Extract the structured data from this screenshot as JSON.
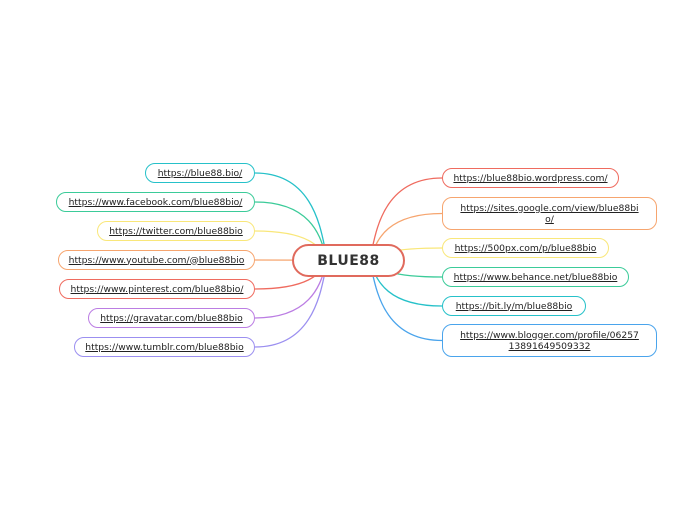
{
  "central_topic": "BLUE88",
  "colors": {
    "center_border": "#e06a5d",
    "teal": "#26c1c9",
    "green": "#3bcb99",
    "yellow": "#f9e77a",
    "orange": "#f6a56f",
    "red": "#ef6b5f",
    "purple": "#bb7de3",
    "violet": "#9b8ff0",
    "blue": "#4aa4ec"
  },
  "left_branches": [
    {
      "label": "https://blue88.bio/",
      "color": "#26c1c9"
    },
    {
      "label": "https://www.facebook.com/blue88bio/",
      "color": "#3bcb99"
    },
    {
      "label": "https://twitter.com/blue88bio",
      "color": "#f9e77a"
    },
    {
      "label": "https://www.youtube.com/@blue88bio",
      "color": "#f6a56f"
    },
    {
      "label": "https://www.pinterest.com/blue88bio/",
      "color": "#ef6b5f"
    },
    {
      "label": "https://gravatar.com/blue88bio",
      "color": "#bb7de3"
    },
    {
      "label": "https://www.tumblr.com/blue88bio",
      "color": "#9b8ff0"
    }
  ],
  "right_branches": [
    {
      "label": "https://blue88bio.wordpress.com/",
      "color": "#ef6b5f"
    },
    {
      "label": "https://sites.google.com/view/blue88bio/",
      "line1": "https://sites.google.com/view/blue88bi",
      "line2": "o/",
      "color": "#f6a56f"
    },
    {
      "label": "https://500px.com/p/blue88bio",
      "color": "#f9e77a"
    },
    {
      "label": "https://www.behance.net/blue88bio",
      "color": "#3bcb99"
    },
    {
      "label": "https://bit.ly/m/blue88bio",
      "color": "#26c1c9"
    },
    {
      "label": "https://www.blogger.com/profile/0625713891649509332",
      "line1": "https://www.blogger.com/profile/06257",
      "line2": "13891649509332",
      "color": "#4aa4ec"
    }
  ]
}
